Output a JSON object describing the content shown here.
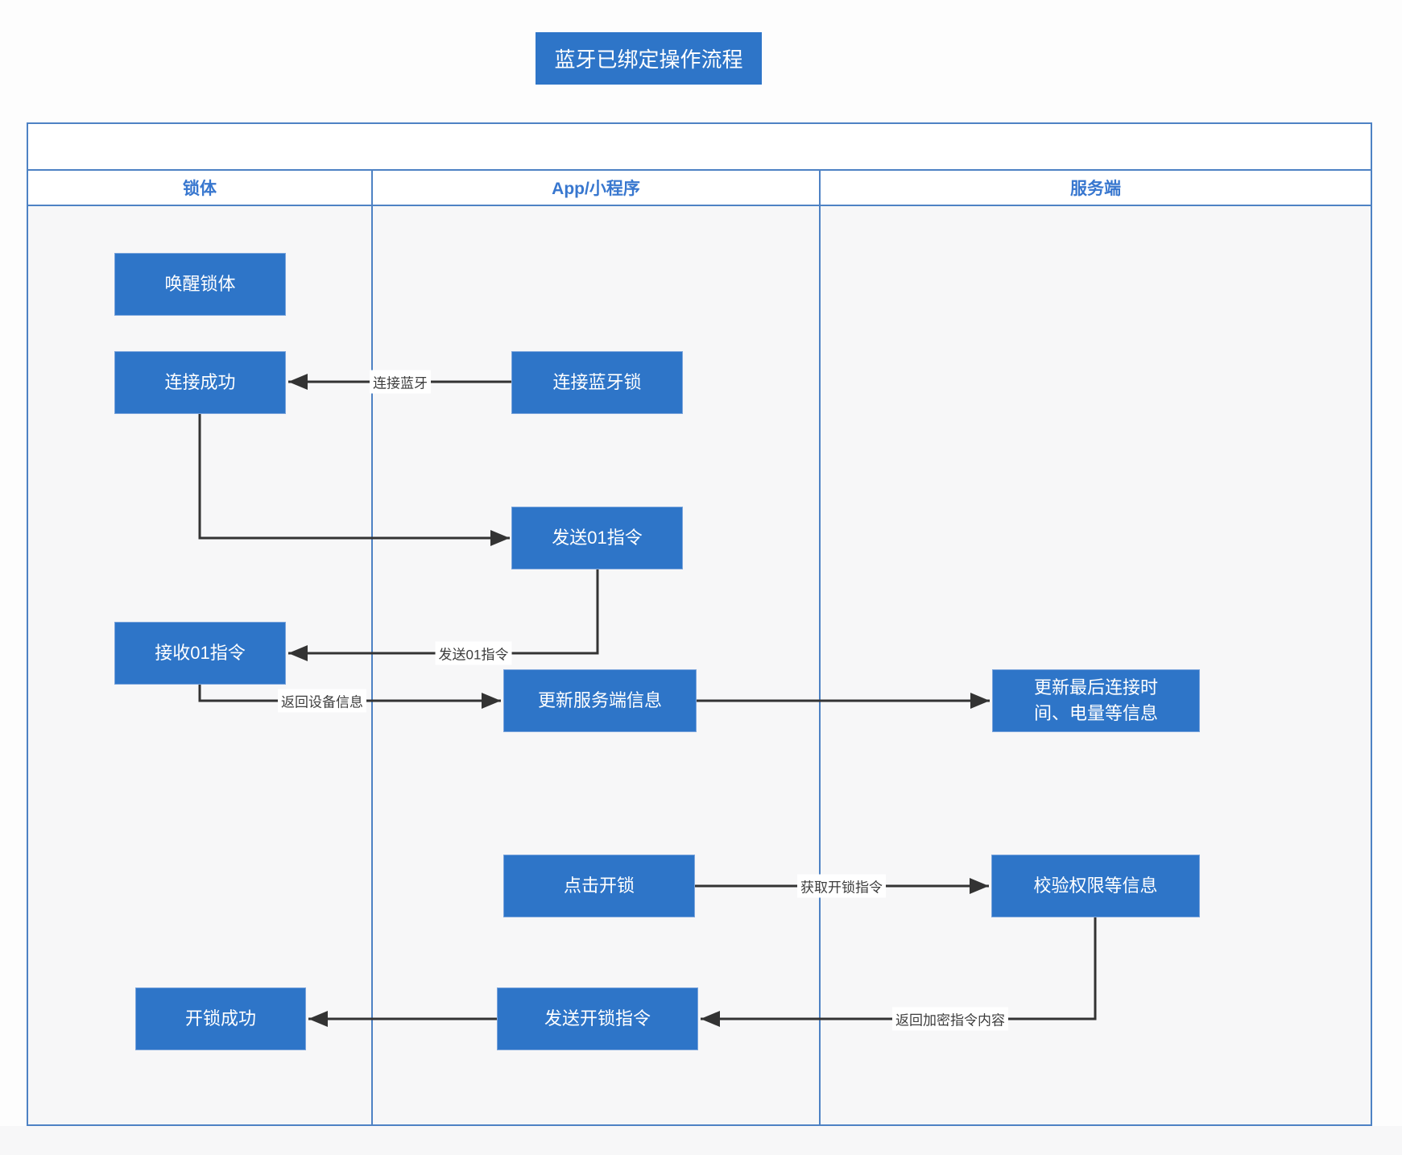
{
  "title": "蓝牙已绑定操作流程",
  "lanes": [
    {
      "label": "锁体"
    },
    {
      "label": "App/小程序"
    },
    {
      "label": "服务端"
    }
  ],
  "nodes": {
    "wake_lock": "唤醒锁体",
    "connect_success": "连接成功",
    "connect_ble_lock": "连接蓝牙锁",
    "send_01": "发送01指令",
    "receive_01": "接收01指令",
    "update_server_info": "更新服务端信息",
    "update_last_connect": "更新最后连接时\n间、电量等信息",
    "tap_unlock": "点击开锁",
    "verify_permission": "校验权限等信息",
    "send_unlock": "发送开锁指令",
    "unlock_success": "开锁成功"
  },
  "edge_labels": {
    "connect_bluetooth": "连接蓝牙",
    "send_01": "发送01指令",
    "return_device_info": "返回设备信息",
    "get_unlock_command": "获取开锁指令",
    "return_encrypted_command": "返回加密指令内容"
  },
  "colors": {
    "node_fill": "#2e75c8",
    "node_text": "#ffffff",
    "lane_border": "#4e82c4",
    "header_text": "#3877cf",
    "arrow": "#333333",
    "edge_label_text": "#3d3d3d",
    "lane_body_bg": "#f7f7f8",
    "page_bg": "#fdfdfd"
  }
}
